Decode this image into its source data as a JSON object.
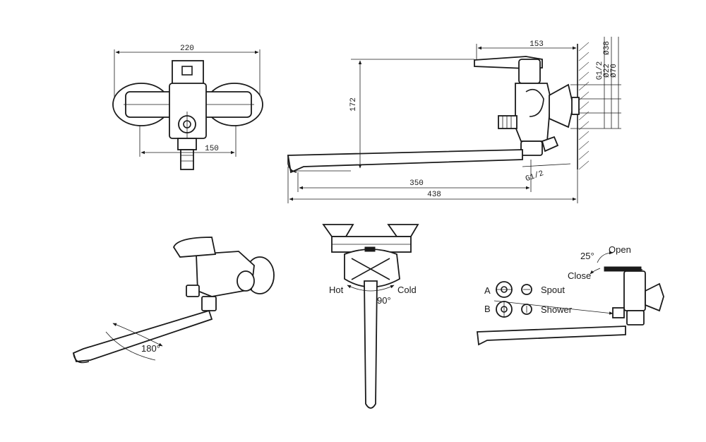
{
  "front_view": {
    "width_label": "220",
    "centers_label": "150"
  },
  "side_view": {
    "depth_label": "153",
    "height_label": "172",
    "spout_reach_label": "350",
    "overall_length_label": "438",
    "thread_small_label": "G1/2",
    "thread_wall_label": "G1/2",
    "flange_dia_1_label": "Ø38",
    "flange_dia_2_label": "Ø22",
    "flange_dia_3_label": "Ø70"
  },
  "rotation_view": {
    "spout_angle_label": "180°"
  },
  "lever_view": {
    "hot_label": "Hot",
    "cold_label": "Cold",
    "angle_label": "90°"
  },
  "diverter_view": {
    "open_angle_label": "25°",
    "open_label": "Open",
    "close_label": "Close",
    "option_a_letter": "A",
    "option_a_label": "Spout",
    "option_b_letter": "B",
    "option_b_label": "Shower"
  }
}
